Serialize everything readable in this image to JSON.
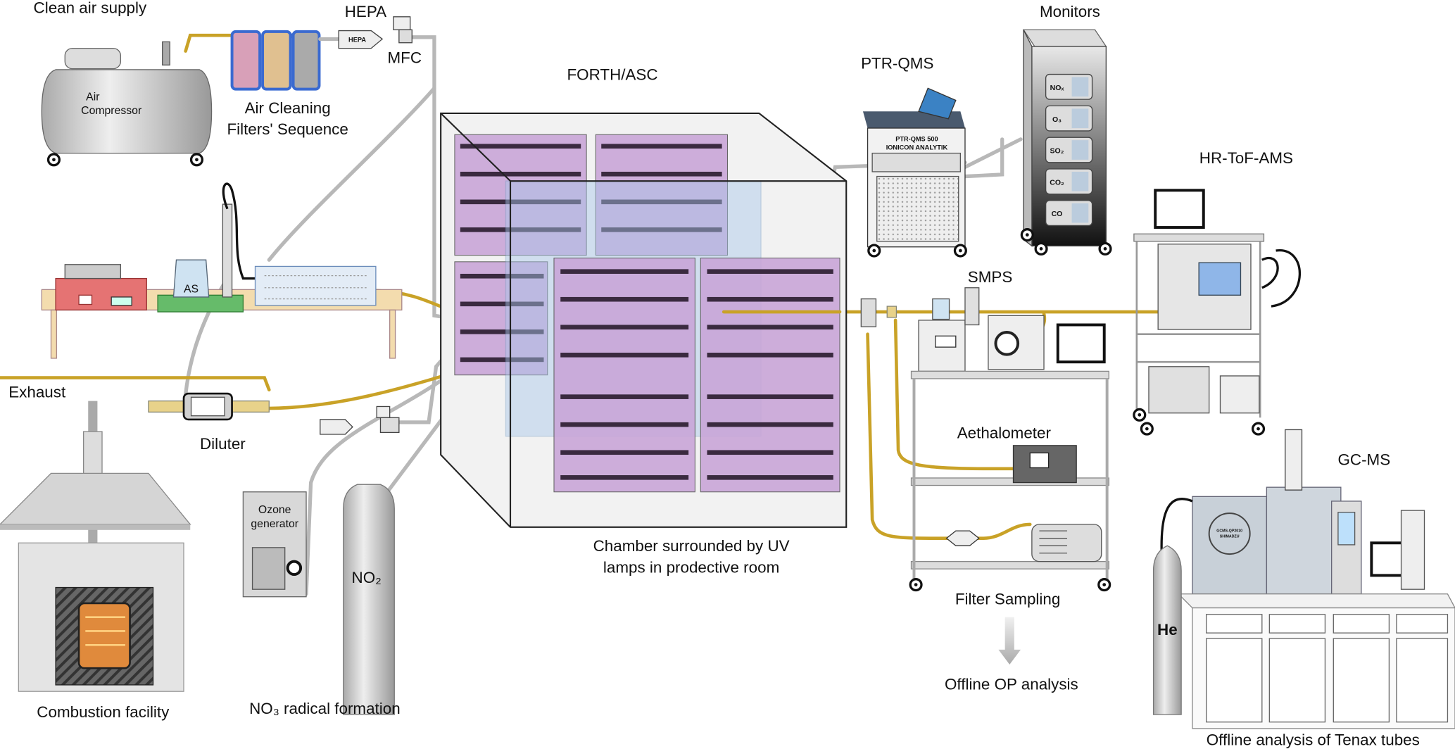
{
  "labels": {
    "clean_air_supply": "Clean air supply",
    "air_compressor_1": "Air",
    "air_compressor_2": "Compressor",
    "filters_1": "Air Cleaning",
    "filters_2": "Filters' Sequence",
    "hepa": "HEPA",
    "hepa_filter_text": "HEPA",
    "mfc": "MFC",
    "forth_asc": "FORTH/ASC",
    "chamber_1": "Chamber surrounded by UV",
    "chamber_2": "lamps in prodective room",
    "ptr_qms": "PTR-QMS",
    "ptr_model_1": "PTR-QMS 500",
    "ptr_model_2": "IONICON ANALYTIK",
    "monitors": "Monitors",
    "hr_tof_ams": "HR-ToF-AMS",
    "smps": "SMPS",
    "aethalometer": "Aethalometer",
    "filter_sampling": "Filter Sampling",
    "offline_op": "Offline OP analysis",
    "gc_ms": "GC-MS",
    "gcms_brand_1": "GCMS-QP2010",
    "gcms_brand_2": "SHIMADZU",
    "he": "He",
    "offline_tenax": "Offline analysis of Tenax tubes",
    "as": "AS",
    "exhaust": "Exhaust",
    "diluter": "Diluter",
    "combustion": "Combustion facility",
    "ozone_1": "Ozone",
    "ozone_2": "generator",
    "no2": "NO₂",
    "no3": "NO₃ radical formation"
  },
  "monitors": [
    "NOₓ",
    "O₃",
    "SO₂",
    "CO₂",
    "CO"
  ],
  "colors": {
    "sample_line": "#c9a227",
    "air_line": "#b8b8b8",
    "uv_lamp": "#c9a6d8",
    "teflon_plane": "#a9c8ea"
  }
}
